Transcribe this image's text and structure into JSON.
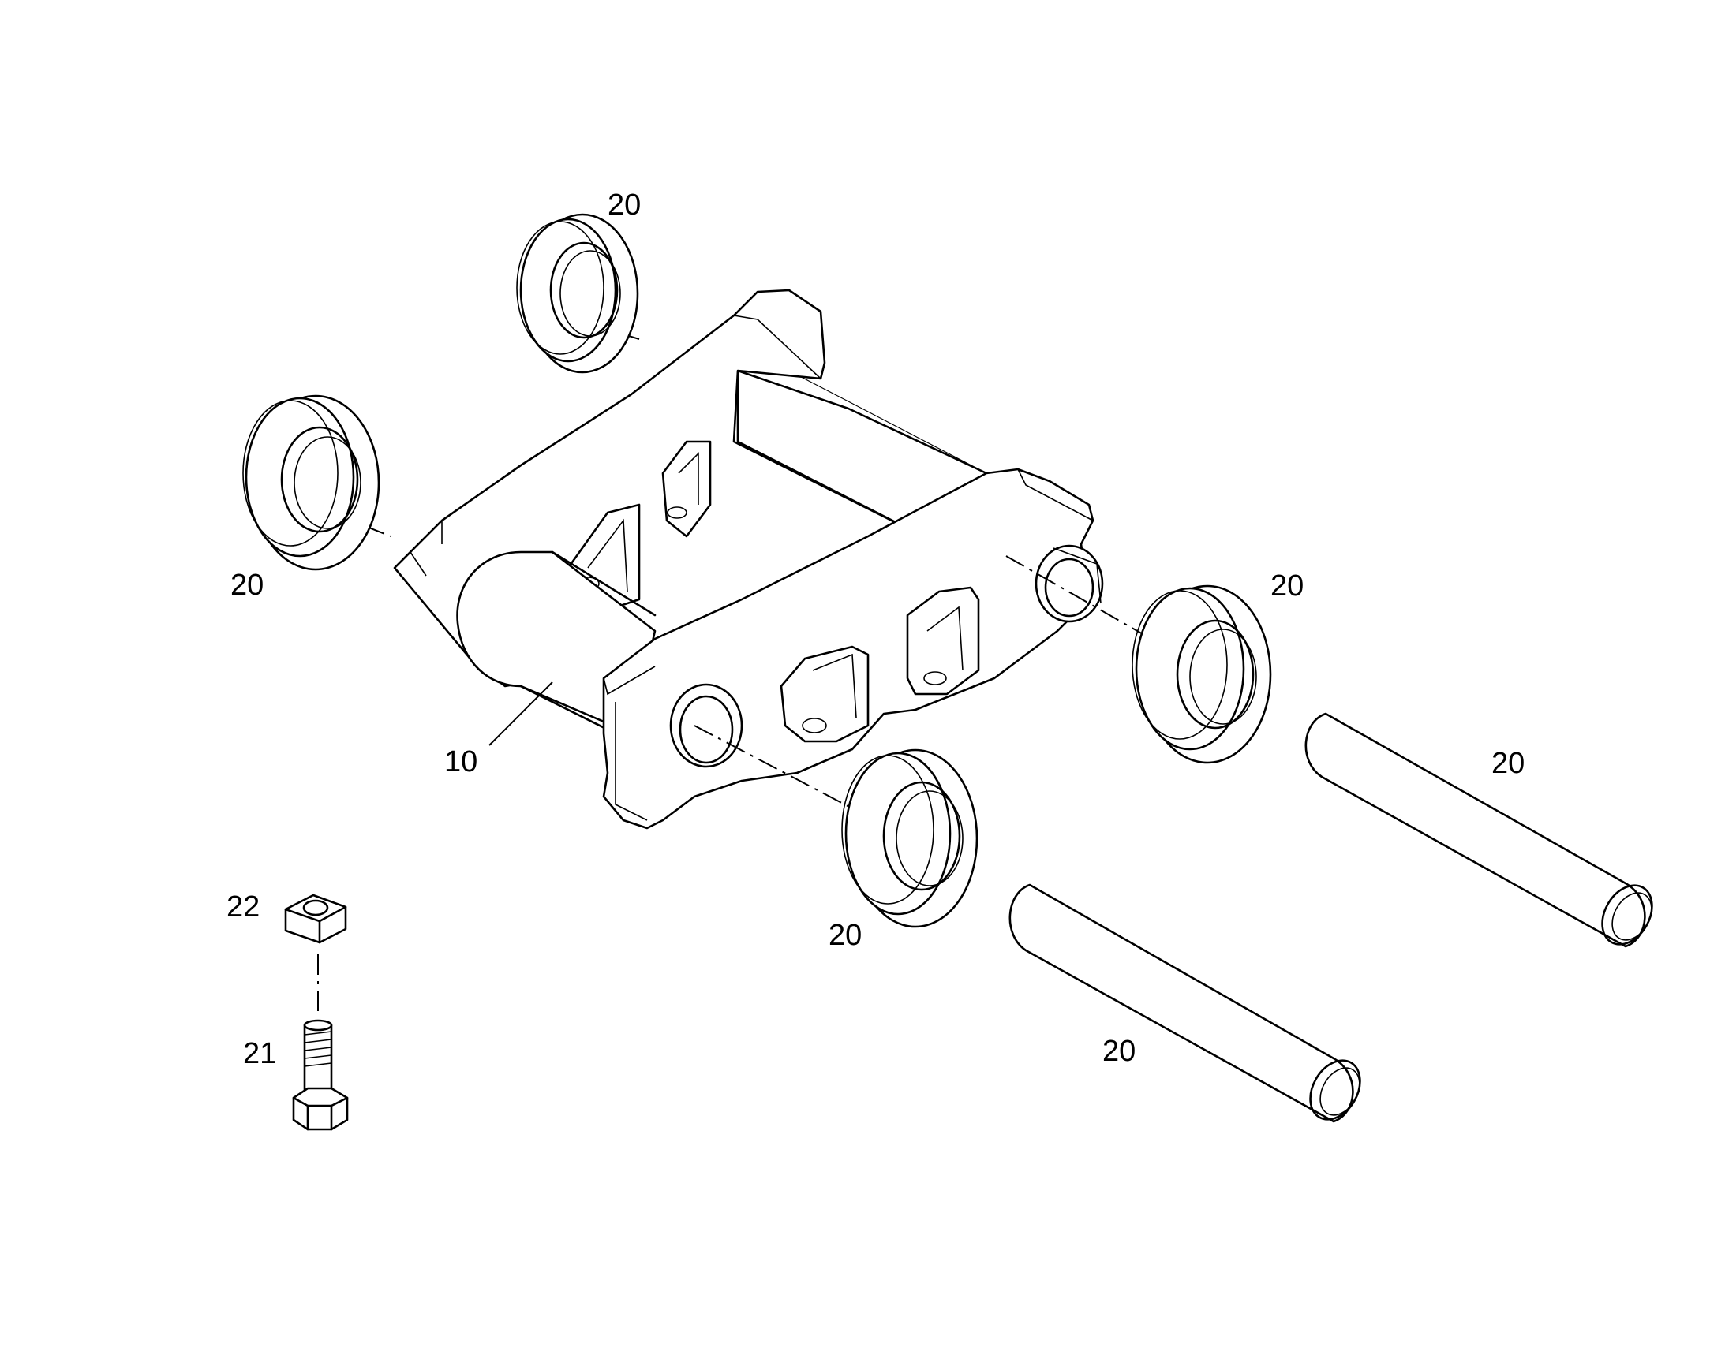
{
  "callouts": {
    "c10": "10",
    "c20_top": "20",
    "c20_left": "20",
    "c20_right": "20",
    "c20_bottom": "20",
    "c20_pin_upper": "20",
    "c20_pin_lower": "20",
    "c21": "21",
    "c22": "22"
  }
}
